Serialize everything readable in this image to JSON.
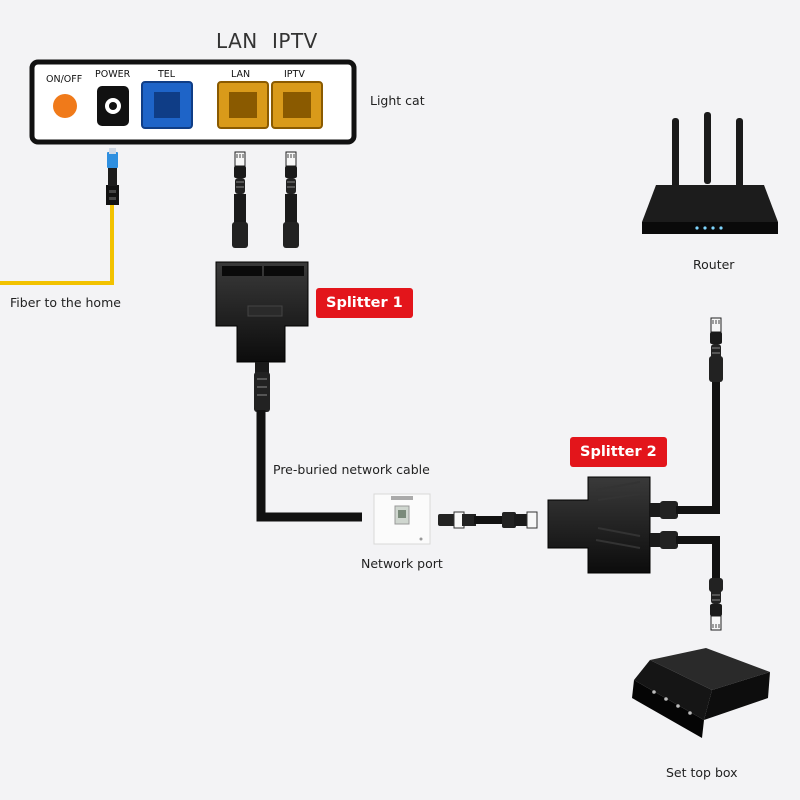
{
  "header": {
    "lan": "LAN",
    "iptv": "IPTV"
  },
  "modem": {
    "name": "Light cat",
    "ports": {
      "onoff": "ON/OFF",
      "power": "POWER",
      "tel": "TEL",
      "lan": "LAN",
      "iptv": "IPTV"
    }
  },
  "labels": {
    "fiber": "Fiber to the home",
    "splitter1": "Splitter 1",
    "splitter2": "Splitter 2",
    "cable": "Pre-buried network cable",
    "port": "Network port",
    "router": "Router",
    "stb": "Set top box"
  },
  "colors": {
    "fiber": "#f2c200",
    "sc_connector": "#2e8fe0",
    "tel_port": "#1e64c8",
    "lan_port": "#d99a1a",
    "power_button": "#f07a1a",
    "splitter_tag": "#e3151b"
  }
}
